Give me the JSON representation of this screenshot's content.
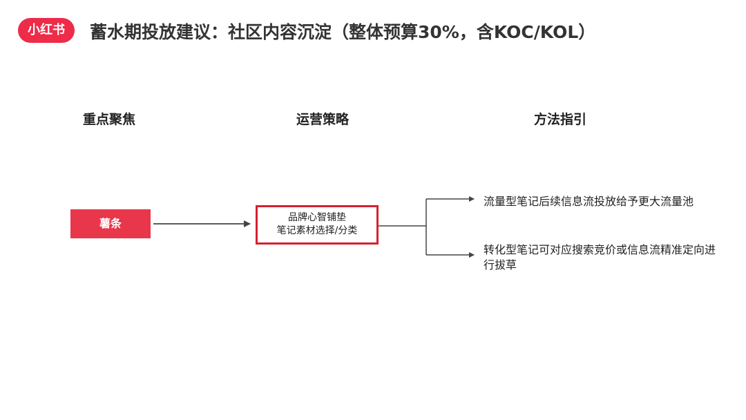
{
  "header": {
    "logo_text": "小红书",
    "title": "蓄水期投放建议：社区内容沉淀（整体预算30%，含KOC/KOL）"
  },
  "columns": {
    "focus": "重点聚焦",
    "strategy": "运营策略",
    "method": "方法指引"
  },
  "focus_box": {
    "label": "薯条"
  },
  "strategy_box": {
    "line1": "品牌心智铺垫",
    "line2": "笔记素材选择/分类"
  },
  "methods": [
    "流量型笔记后续信息流投放给予更大流量池",
    "转化型笔记可对应搜索竞价或信息流精准定向进行拔草"
  ],
  "colors": {
    "brand": "#ee2b48",
    "focus_fill": "#e8364a",
    "strategy_border": "#d6202f",
    "arrow": "#333333"
  }
}
